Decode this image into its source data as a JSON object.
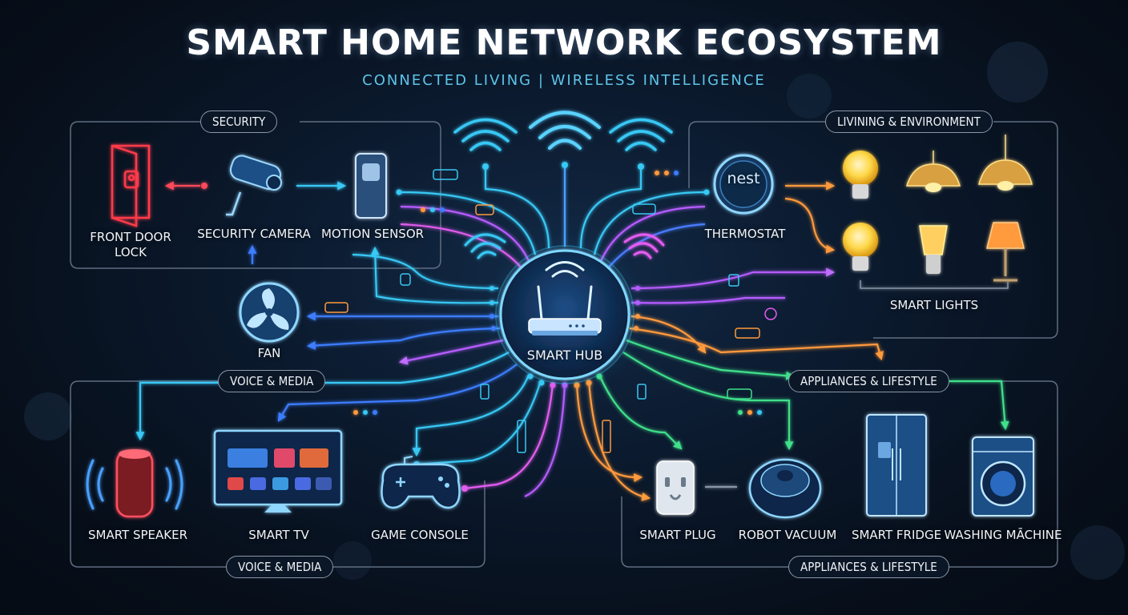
{
  "header": {
    "title": "SMART HOME NETWORK ECOSYSTEM",
    "subtitle": "CONNECTED LIVING | WIRELESS INTELLIGENCE"
  },
  "groups": {
    "security": "SECURITY",
    "living": "LIVINING & ENVIRONMENT",
    "voice_media_top": "VOICE & MEDIA",
    "appliances_top": "APPLIANCES & LIFESTYLE",
    "voice_media_bottom": "VOICE & MEDIA",
    "appliances_bottom": "APPLIANCES & LIFESTYLE"
  },
  "hub": {
    "label": "SMART HUB"
  },
  "devices": {
    "front_door_lock": "FRONT DOOR\nLOCK",
    "security_camera": "SECURITY CAMERA",
    "motion_sensor": "MOTION SENSOR",
    "thermostat": "THERMOSTAT",
    "thermostat_brand": "nest",
    "smart_lights": "SMART LIGHTS",
    "fan": "FAN",
    "smart_speaker": "SMART SPEAKER",
    "smart_tv": "SMART TV",
    "game_console": "GAME CONSOLE",
    "smart_plug": "SMART PLUG",
    "robot_vacuum": "ROBOT VACUUM",
    "smart_fridge": "SMART FRIDGE",
    "washing_machine": "WASHING MĀCHINE"
  },
  "colors": {
    "background": "#07101d",
    "cyan": "#38c8f5",
    "blue": "#3c7dff",
    "purple": "#b65bff",
    "magenta": "#e45cf0",
    "green": "#3fe08a",
    "orange": "#ff9a3c",
    "red": "#ff3a4a",
    "frame": "#8a97a8"
  }
}
